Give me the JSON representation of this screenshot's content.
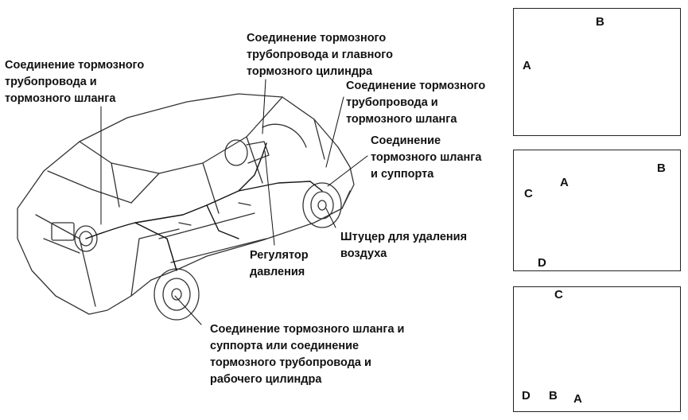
{
  "callouts": {
    "hose_pipe_rear": [
      "Соединение тормозного",
      "трубопровода и",
      "тормозного шланга"
    ],
    "pipe_master": [
      "Соединение тормозного",
      "трубопровода и главного",
      "тормозного цилиндра"
    ],
    "hose_pipe_front": [
      "Соединение тормозного",
      "трубопровода и",
      "тормозного шланга"
    ],
    "hose_caliper": [
      "Соединение",
      "тормозного шланга",
      "и суппорта"
    ],
    "bleeder": [
      "Штуцер для удаления",
      "воздуха"
    ],
    "regulator": [
      "Регулятор",
      "давления"
    ],
    "rear_hose": [
      "Соединение тормозного шланга и",
      "суппорта или соединение",
      "тормозного трубопровода и",
      "рабочего цилиндра"
    ]
  },
  "panels": {
    "top": {
      "letters": [
        "A",
        "B"
      ]
    },
    "middle": {
      "letters": [
        "A",
        "B",
        "C",
        "D"
      ]
    },
    "bottom": {
      "letters": [
        "A",
        "B",
        "C",
        "D"
      ]
    }
  }
}
